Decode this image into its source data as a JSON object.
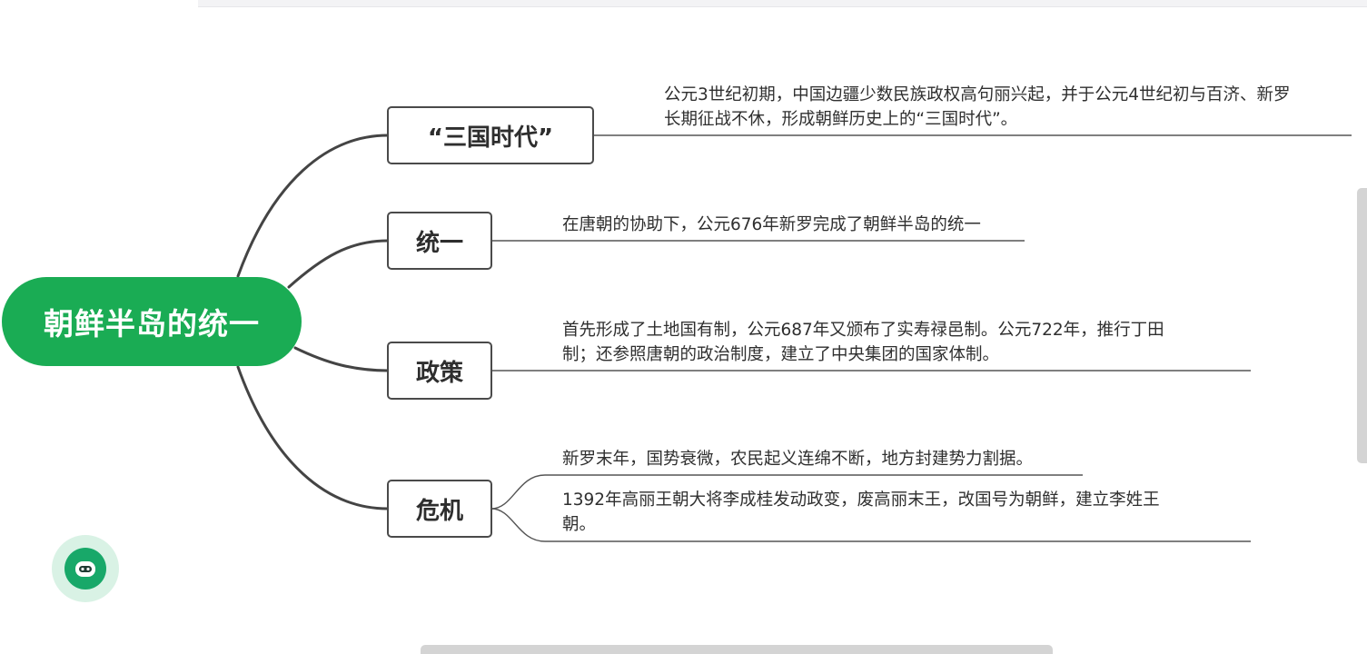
{
  "root": {
    "label": "朝鲜半岛的统一"
  },
  "branches": [
    {
      "label": "“三国时代”",
      "notes": [
        "公元3世纪初期，中国边疆少数民族政权高句丽兴起，并于公元4世纪初与百济、新罗长期征战不休，形成朝鲜历史上的“三国时代”。"
      ]
    },
    {
      "label": "统一",
      "notes": [
        "在唐朝的协助下，公元676年新罗完成了朝鲜半岛的统一"
      ]
    },
    {
      "label": "政策",
      "notes": [
        "首先形成了土地国有制，公元687年又颁布了实寿禄邑制。公元722年，推行丁田制；还参照唐朝的政治制度，建立了中央集团的国家体制。"
      ]
    },
    {
      "label": "危机",
      "notes": [
        "新罗末年，国势衰微，农民起义连绵不断，地方封建势力割据。",
        "1392年高丽王朝大将李成桂发动政变，废高丽末王，改国号为朝鲜，建立李姓王朝。"
      ]
    }
  ],
  "display_lines": {
    "b0": [
      "公元3世纪初期，中国边疆少数民族政权高句丽兴起，并于公元4世纪初与百济、新罗",
      "长期征战不休，形成朝鲜历史上的“三国时代”。"
    ],
    "b1": [
      "在唐朝的协助下，公元676年新罗完成了朝鲜半岛的统一"
    ],
    "b2": [
      "首先形成了土地国有制，公元687年又颁布了实寿禄邑制。公元722年，推行丁田",
      "制；还参照唐朝的政治制度，建立了中央集团的国家体制。"
    ],
    "b3a": [
      "新罗末年，国势衰微，农民起义连绵不断，地方封建势力割据。"
    ],
    "b3b": [
      "1392年高丽王朝大将李成桂发动政变，废高丽末王，改国号为朝鲜，建立李姓王",
      "朝。"
    ]
  },
  "colors": {
    "root": "#1aac54",
    "line": "#444444",
    "topic_border": "#4a4a4a",
    "assistant": "#18a869"
  },
  "assistant": {
    "icon": "robot-icon"
  }
}
